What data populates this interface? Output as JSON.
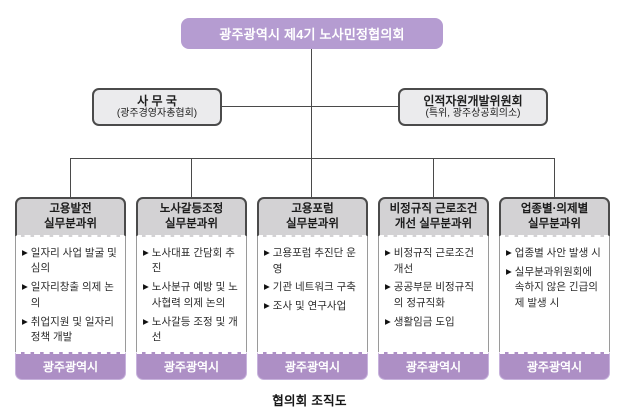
{
  "diagram": {
    "root_label": "광주광역시 제4기 노사민정협의회",
    "secretariat": {
      "title": "사 무 국",
      "subtitle": "(광주경영자총협회)"
    },
    "hrd_committee": {
      "title": "인적자원개발위원회",
      "subtitle": "(특위, 광주상공회의소)"
    },
    "committees": [
      {
        "title": "고용발전\n실무분과위",
        "items": [
          "일자리 사업 발굴 및 심의",
          "일자리창출 의제 논의",
          "취업지원 및 일자리 정책 개발"
        ],
        "footer": "광주광역시"
      },
      {
        "title": "노사갈등조정\n실무분과위",
        "items": [
          "노사대표 간담회 추진",
          "노사분규 예방 및 노사협력 의제 논의",
          "노사갈등 조정 및 개선"
        ],
        "footer": "광주광역시"
      },
      {
        "title": "고용포럼\n실무분과위",
        "items": [
          "고용포럼 추진단 운영",
          "기관 네트워크 구축",
          "조사 및 연구사업"
        ],
        "footer": "광주광역시"
      },
      {
        "title": "비정규직 근로조건\n개선 실무분과위",
        "items": [
          "비정규직 근로조건 개선",
          "공공부문 비정규직의 정규직화",
          "생활임금 도입"
        ],
        "footer": "광주광역시"
      },
      {
        "title": "업종별·의제별\n실무분과위",
        "items": [
          "업종별 사안 발생 시",
          "실무분과위원회에 속하지 않은 긴급의제 발생 시"
        ],
        "footer": "광주광역시"
      }
    ],
    "caption": "협의회 조직도",
    "glyphs": {
      "bullet": "▶"
    },
    "colors": {
      "root_purple": "#b59cd1",
      "footer_purple": "#ad8fc5",
      "header_gray": "#d3d2d4",
      "side_box_gray": "#ebebed",
      "border_dark": "#4b4b4b",
      "connector_line": "#4a4a4a"
    }
  }
}
